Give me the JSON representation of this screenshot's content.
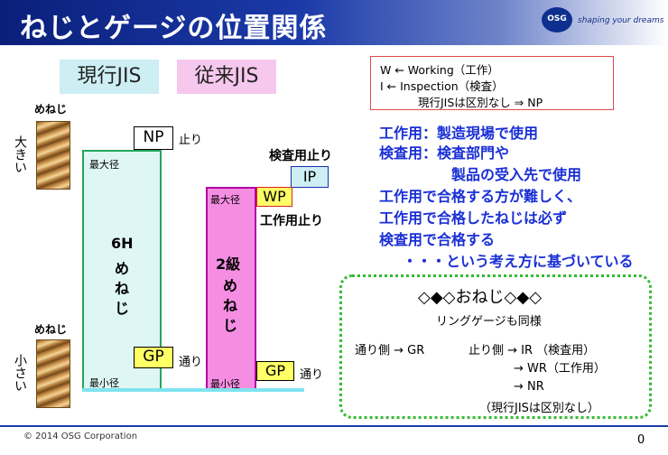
{
  "header": {
    "title": "ねじとゲージの位置関係",
    "logo": "OSG",
    "tagline": "shaping your dreams"
  },
  "tags": {
    "current": "現行JIS",
    "old": "従来JIS"
  },
  "left": {
    "nut_top": "めねじ",
    "big": "大きい",
    "nut_bottom": "めねじ",
    "small": "小さい"
  },
  "box6h": {
    "max": "最大径",
    "min": "最小径",
    "label": [
      "6H",
      "め",
      "ね",
      "じ"
    ]
  },
  "box2": {
    "max": "最大径",
    "min": "最小径",
    "label": [
      "2級",
      "め",
      "ね",
      "じ"
    ]
  },
  "gauges": {
    "np": "NP",
    "np_note": "止り",
    "gp": "GP",
    "gp_note": "通り",
    "wp": "WP",
    "wp_note": "工作用止り",
    "ip": "IP",
    "ip_note": "検査用止り",
    "gp2": "GP",
    "gp2_note": "通り"
  },
  "legend": {
    "line1": "W ← Working（工作）",
    "line2": "I ← Inspection（検査）",
    "line3": "現行JISは区別なし ⇒ NP"
  },
  "explain": [
    "工作用：製造現場で使用",
    "検査用：検査部門や",
    "製品の受入先で使用",
    "工作用で合格する方が難しく、",
    "工作用で合格したねじは必ず",
    "検査用で合格する",
    "・・・という考え方に基づいている"
  ],
  "box_note": {
    "title": "◇◆◇おねじ◇◆◇",
    "sub": "リングゲージも同様",
    "go": "通り側 → GR",
    "stop": "止り側 → IR （検査用）",
    "wr": "→ WR（工作用）",
    "nr": "→ NR",
    "nr_note": "（現行JISは区別なし）"
  },
  "footer": {
    "copyright": "© 2014 OSG Corporation",
    "page": "0"
  }
}
